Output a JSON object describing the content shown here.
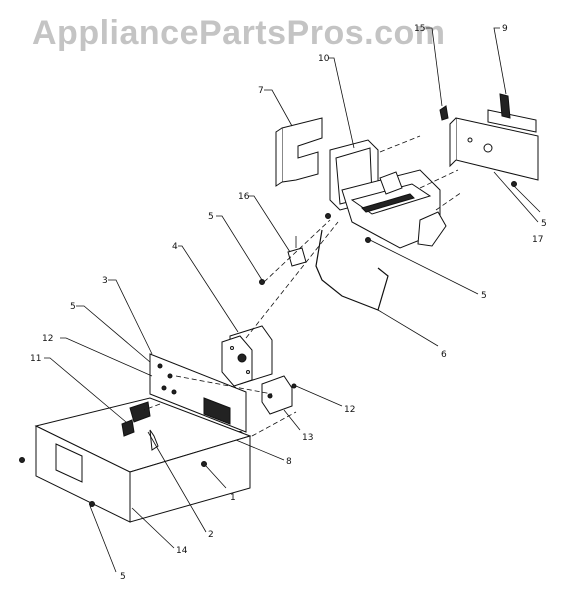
{
  "watermark": "AppliancePartsPros.com",
  "callouts": {
    "c1": "1",
    "c2": "2",
    "c3": "3",
    "c4": "4",
    "c5a": "5",
    "c5b": "5",
    "c5c": "5",
    "c5d": "5",
    "c5e": "5",
    "c6": "6",
    "c7": "7",
    "c8": "8",
    "c9": "9",
    "c10": "10",
    "c11": "11",
    "c12a": "12",
    "c12b": "12",
    "c13": "13",
    "c14": "14",
    "c15": "15",
    "c16": "16",
    "c17": "17"
  },
  "colors": {
    "ink": "#111111",
    "watermark": "#c4c4c4"
  }
}
